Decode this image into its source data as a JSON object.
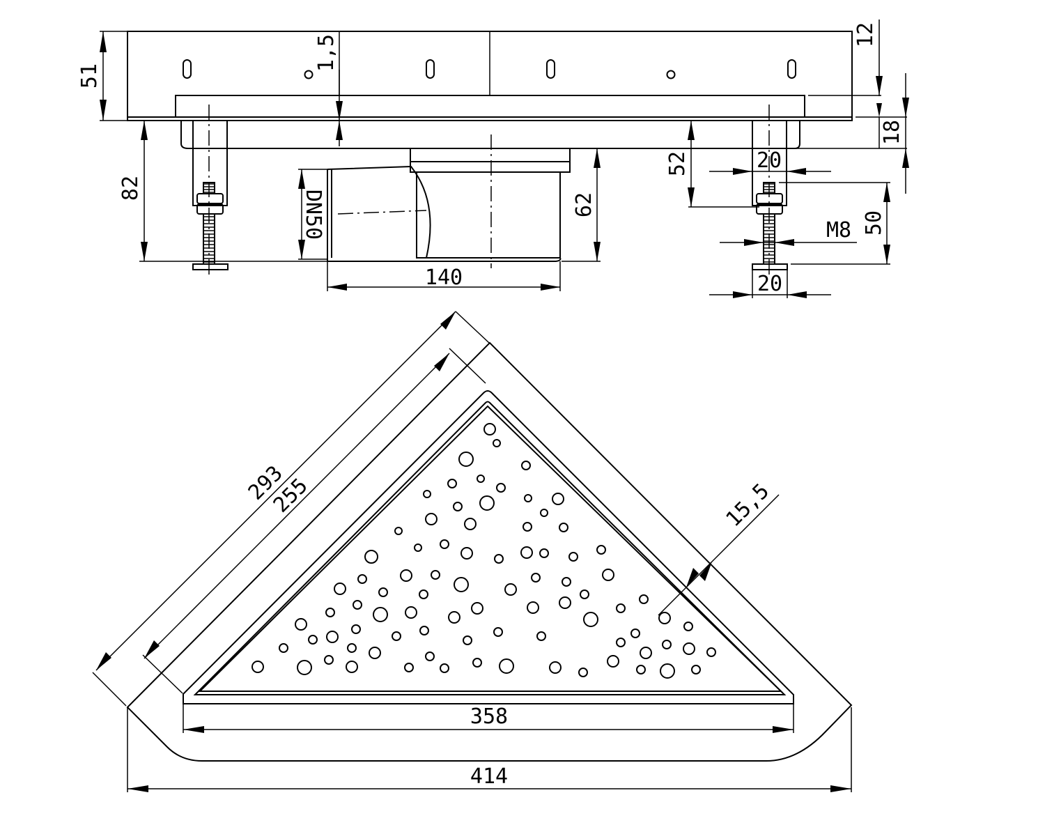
{
  "side_view": {
    "dim_51": "51",
    "dim_1_5": "1,5",
    "dim_12": "12",
    "dim_18": "18",
    "dim_82": "82",
    "dim_52": "52",
    "dim_62": "62",
    "dim_dn50": "DN50",
    "dim_140": "140",
    "dim_20_upper": "20",
    "dim_20_lower": "20",
    "dim_50": "50",
    "dim_m8": "M8"
  },
  "top_view": {
    "dim_293": "293",
    "dim_255": "255",
    "dim_15_5": "15,5",
    "dim_358": "358",
    "dim_414": "414"
  }
}
